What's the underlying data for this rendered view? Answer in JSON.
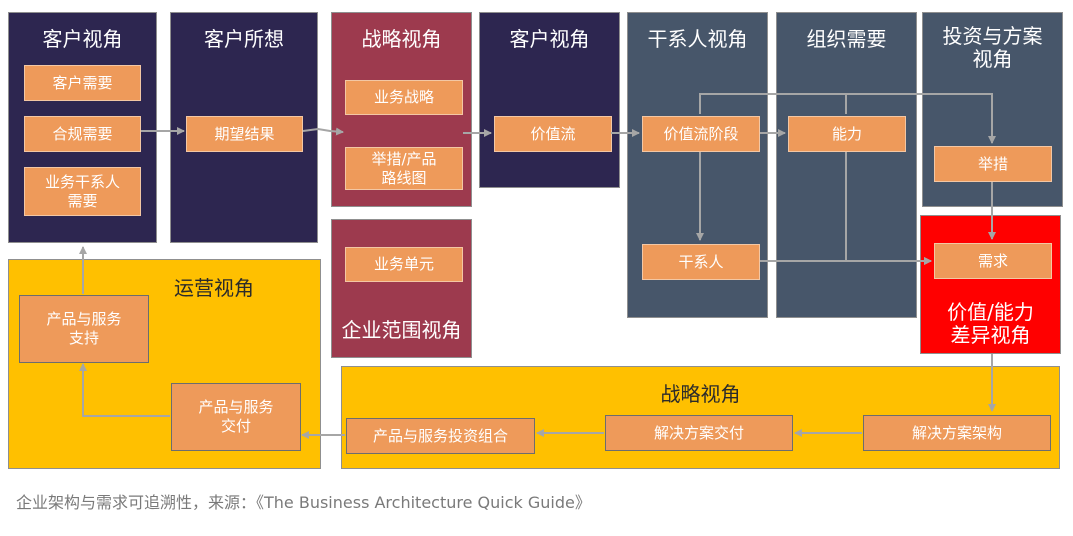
{
  "panels": {
    "customer_view_1": {
      "title": "客户视角",
      "items": [
        "客户需要",
        "合规需要",
        "业务干系人\n需要"
      ]
    },
    "customer_thinks": {
      "title": "客户所想",
      "items": [
        "期望结果"
      ]
    },
    "strategy_view_top": {
      "title": "战略视角",
      "items": [
        "业务战略",
        "举措/产品\n路线图"
      ]
    },
    "customer_view_2": {
      "title": "客户视角",
      "items": [
        "价值流"
      ]
    },
    "stakeholder_view": {
      "title": "干系人视角",
      "items": [
        "价值流阶段",
        "干系人"
      ]
    },
    "org_needs": {
      "title": "组织需要",
      "items": [
        "能力"
      ]
    },
    "investment_view": {
      "title": "投资与方案\n视角",
      "items": [
        "举措"
      ]
    },
    "differentiation_view": {
      "title": "价值/能力\n差异视角",
      "items": [
        "需求"
      ]
    },
    "enterprise_scope": {
      "title": "企业范围视角",
      "items": [
        "业务单元"
      ]
    },
    "operations_view": {
      "title": "运营视角",
      "items": [
        "产品与服务\n支持",
        "产品与服务\n交付"
      ]
    },
    "strategy_view_bottom": {
      "title": "战略视角",
      "items": [
        "产品与服务投资组合",
        "解决方案交付",
        "解决方案架构"
      ]
    }
  },
  "caption": "企业架构与需求可追溯性，来源：《The Business Architecture Quick Guide》",
  "colors": {
    "dark_navy": "#2d2650",
    "maroon": "#9d3a4e",
    "slate": "#47566a",
    "yellow": "#ffc000",
    "red": "#ff0000",
    "box_orange": "#ee9a5a",
    "arrow_gray": "#a6a6a6"
  }
}
